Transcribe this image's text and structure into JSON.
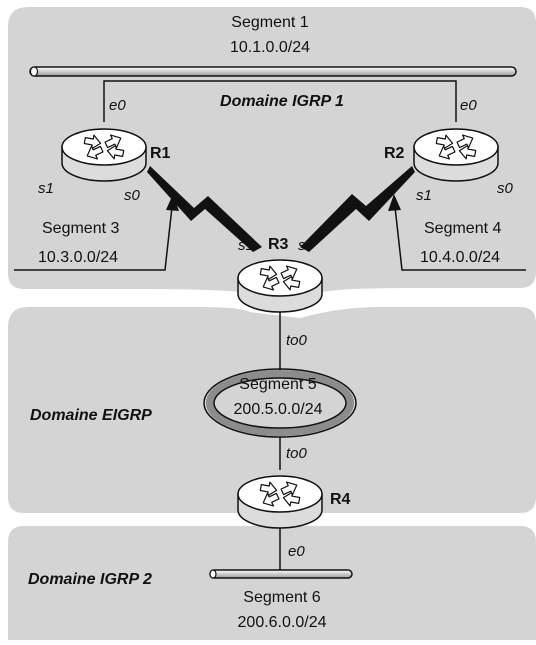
{
  "domains": {
    "igrp1": "Domaine IGRP 1",
    "eigrp": "Domaine EIGRP",
    "igrp2": "Domaine IGRP 2"
  },
  "segments": {
    "s1": {
      "name": "Segment 1",
      "net": "10.1.0.0/24"
    },
    "s3": {
      "name": "Segment 3",
      "net": "10.3.0.0/24"
    },
    "s4": {
      "name": "Segment 4",
      "net": "10.4.0.0/24"
    },
    "s5": {
      "name": "Segment 5",
      "net": "200.5.0.0/24"
    },
    "s6": {
      "name": "Segment 6",
      "net": "200.6.0.0/24"
    }
  },
  "routers": {
    "r1": "R1",
    "r2": "R2",
    "r3": "R3",
    "r4": "R4"
  },
  "interfaces": {
    "r1_e0": "e0",
    "r1_s1": "s1",
    "r1_s0": "s0",
    "r2_e0": "e0",
    "r2_s1": "s1",
    "r2_s0": "s0",
    "r3_s1": "s1",
    "r3_s0": "s0",
    "r3_to0": "to0",
    "r4_to0": "to0",
    "r4_e0": "e0"
  },
  "colors": {
    "region": "#d4d4d4",
    "router_body": "#dcdcdc",
    "ring": "#8c8c8c",
    "line": "#111111"
  },
  "icons": {
    "router": "router-icon",
    "serial_link": "lightning-bolt-icon",
    "ethernet": "ethernet-bus-icon",
    "token_ring": "token-ring-icon"
  }
}
